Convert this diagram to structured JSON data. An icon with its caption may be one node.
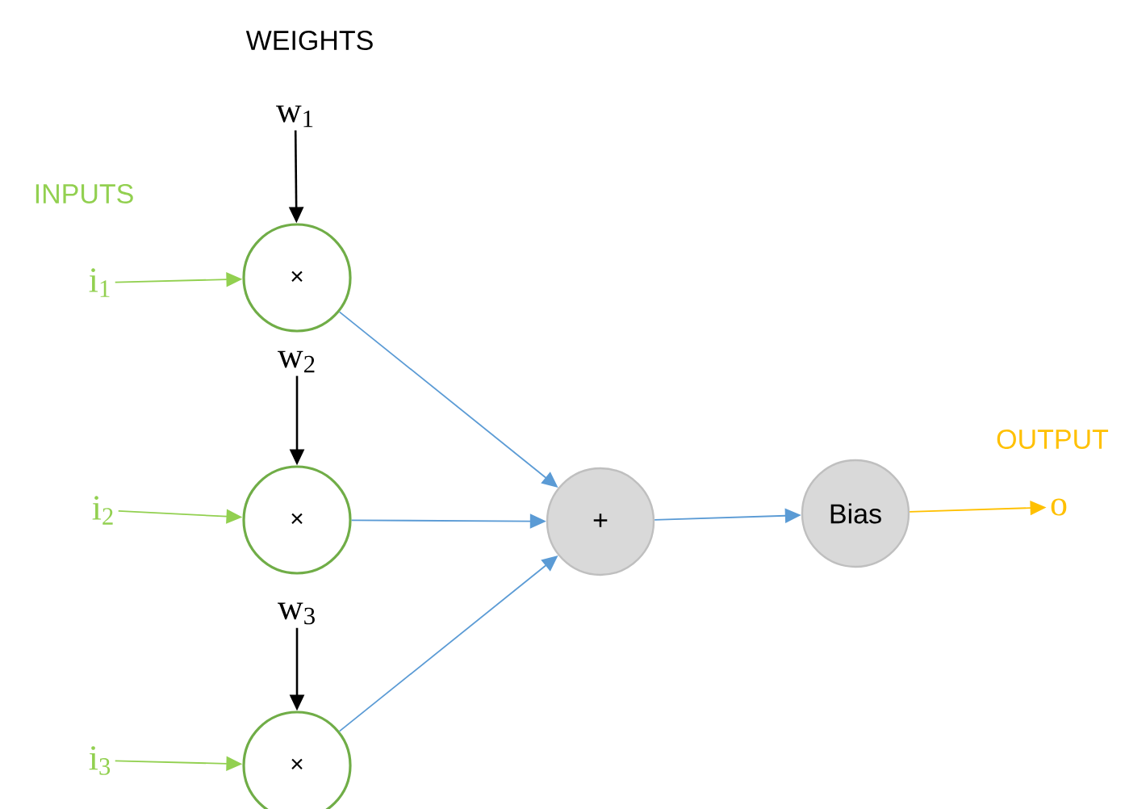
{
  "diagram": {
    "nodes": [
      {
        "text": [
          "w$_{1}$"
        ]
      },
      {
        "text": [
          "i$_{1}$"
        ]
      },
      {
        "text": [
          "×"
        ]
      },
      {
        "text": [
          "w$_{2}$"
        ]
      },
      {
        "text": [
          "i$_{2}$"
        ]
      },
      {
        "text": [
          "×"
        ]
      },
      {
        "text": [
          "+"
        ]
      },
      {
        "text": [
          "Bias"
        ]
      },
      {
        "text": [
          "o"
        ]
      },
      {
        "text": [
          "w$_{3}$"
        ]
      },
      {
        "text": [
          "i$_{3}$"
        ]
      },
      {
        "text": [
          "×"
        ]
      }
    ],
    "edges": [
      {
        "from": 0,
        "to": 2,
        "arrow": "to",
        "color": "#000000"
      },
      {
        "from": 1,
        "to": 2,
        "arrow": "to",
        "color": "#92d050"
      },
      {
        "from": 2,
        "to": 6,
        "arrow": "to"
      },
      {
        "from": 3,
        "to": 5,
        "arrow": "to",
        "color": "#000000"
      },
      {
        "from": 4,
        "to": 5,
        "arrow": "to",
        "color": "#92d050"
      },
      {
        "from": 5,
        "to": 6,
        "arrow": "to"
      },
      {
        "from": 9,
        "to": 11,
        "arrow": "to",
        "color": "#000000"
      },
      {
        "from": 10,
        "to": 11,
        "arrow": "to",
        "color": "#92d050"
      },
      {
        "from": 11,
        "to": 6,
        "arrow": "to"
      },
      {
        "from": 6,
        "to": 7,
        "arrow": "to"
      },
      {
        "from": 7,
        "to": 8,
        "arrow": "to",
        "color": "#ffc000"
      }
    ],
    "labels": [
      "WEIGHTS",
      "INPUTS",
      "OUTPUT"
    ]
  }
}
